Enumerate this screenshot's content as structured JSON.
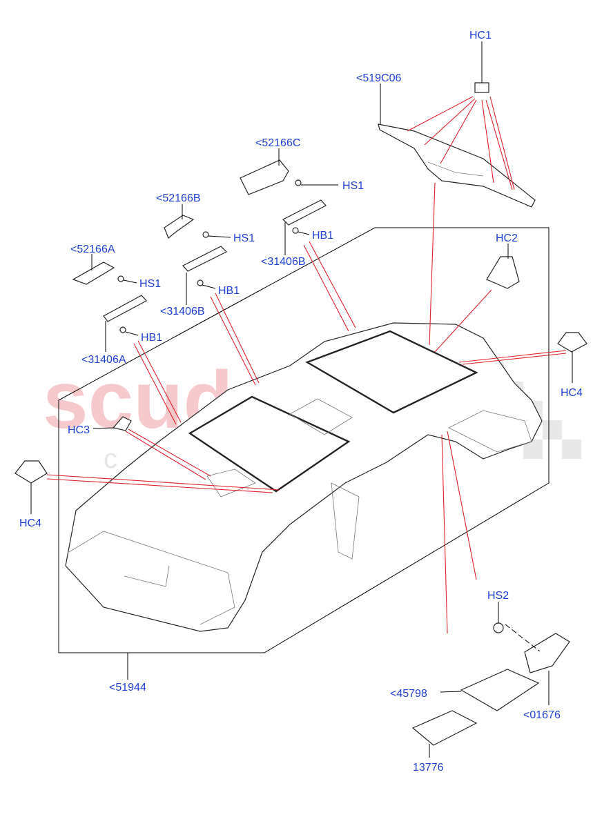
{
  "watermark": {
    "main": "scuderia",
    "sub": "car parts",
    "color": "#f6c9cc"
  },
  "colors": {
    "label": "#1f3fd6",
    "leader": "#000000",
    "callout": "#e0202a"
  },
  "labels": {
    "hc1": "HC1",
    "p519c06": "<519C06",
    "p52166c": "<52166C",
    "hs1_a": "HS1",
    "p52166b": "<52166B",
    "hs1_b": "HS1",
    "hb1_a": "HB1",
    "p31406b_a": "<31406B",
    "hc2": "HC2",
    "p52166a": "<52166A",
    "hs1_c": "HS1",
    "hb1_b": "HB1",
    "p31406b_b": "<31406B",
    "hb1_c": "HB1",
    "p31406a": "<31406A",
    "hc4_right": "HC4",
    "hc3": "HC3",
    "hc4_left": "HC4",
    "hs2": "HS2",
    "p51944": "<51944",
    "p45798": "<45798",
    "p01676": "<01676",
    "p13776": "13776"
  }
}
